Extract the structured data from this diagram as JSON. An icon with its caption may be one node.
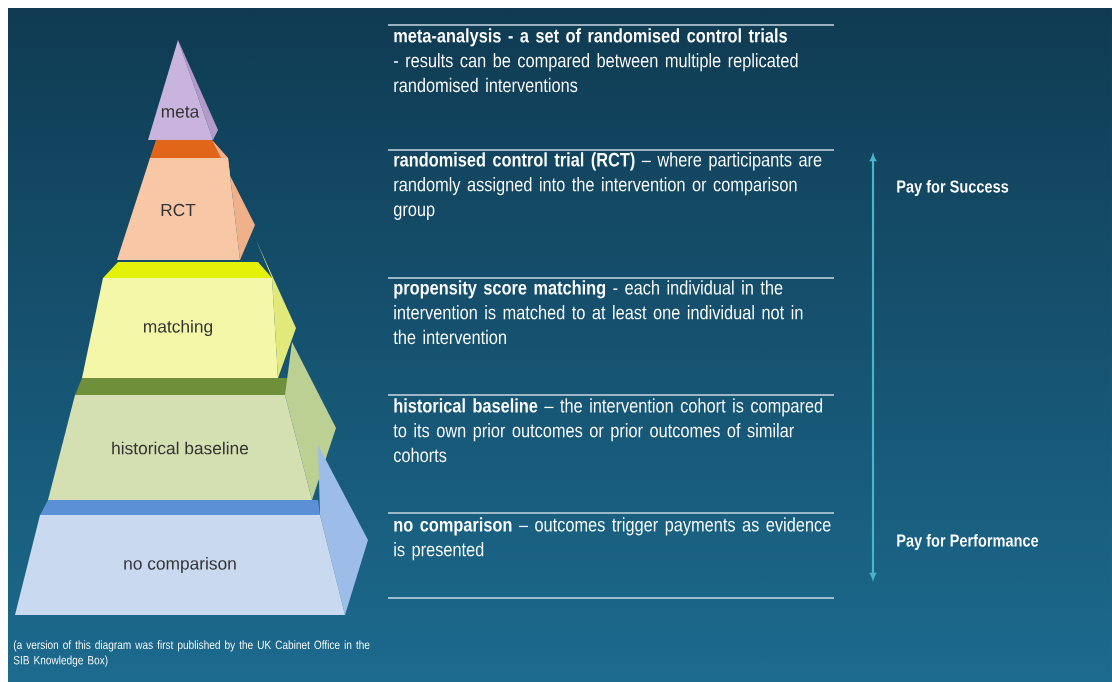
{
  "diagram": {
    "caption": "(a version of this diagram was first published by the UK Cabinet Office in the SIB Knowledge Box)",
    "nodes": [
      {
        "text": [
          "meta"
        ]
      },
      {
        "text": [
          "RCT"
        ]
      },
      {
        "text": [
          "matching"
        ]
      },
      {
        "text": [
          "historical baseline"
        ]
      },
      {
        "text": [
          "no comparison"
        ]
      }
    ],
    "labels": [
      "**meta-analysis - a set of randomised control trials** - results can be compared between multiple replicated randomised interventions",
      "**randomised control trial (RCT)** – where participants are randomly assigned into the intervention or comparison group",
      "**propensity score matching** - each individual in the intervention is matched to at least one individual not in the intervention",
      "**historical baseline** – the intervention cohort is compared to its own prior outcomes or prior outcomes of similar cohorts",
      "**no comparison** – outcomes trigger payments as evidence is presented",
      "Pay for Success",
      "Pay for Performance"
    ]
  }
}
